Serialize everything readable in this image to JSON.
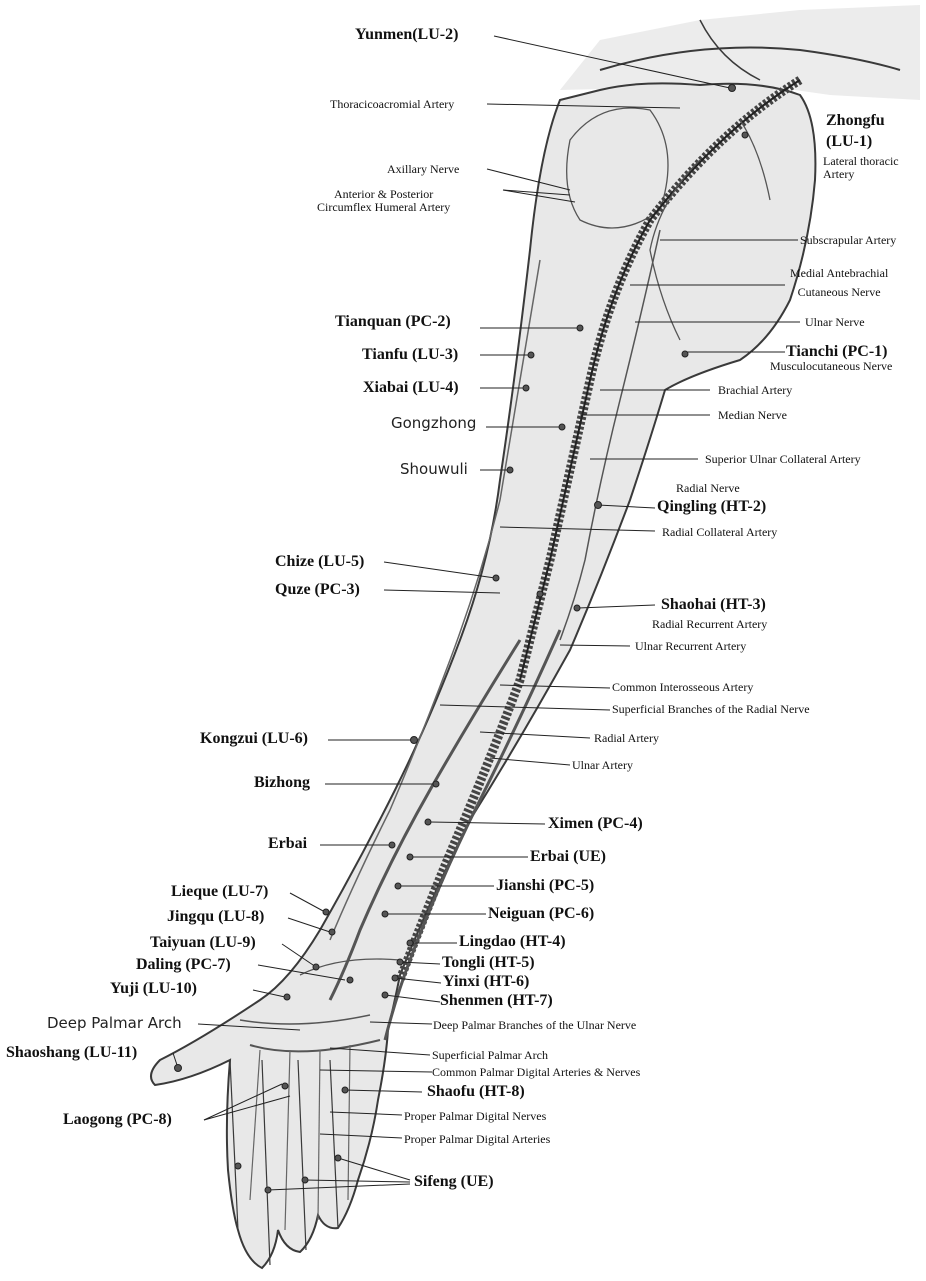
{
  "labels": {
    "yunmen": "Yunmen(LU-2)",
    "thoracicoacromial": "Thoracicoacromial Artery",
    "zhongfu_1": "Zhongfu",
    "zhongfu_2": "(LU-1)",
    "lateral_thoracic_1": "Lateral thoracic",
    "lateral_thoracic_2": "Artery",
    "axillary_nerve": "Axillary Nerve",
    "circumflex_1": "Anterior & Posterior",
    "circumflex_2": "Circumflex Humeral Artery",
    "subscapular": "Subscrapular Artery",
    "medial_antebrachial_1": "Medial Antebrachial",
    "medial_antebrachial_2": "Cutaneous Nerve",
    "tianquan": "Tianquan (PC-2)",
    "ulnar_nerve": "Ulnar Nerve",
    "tianfu": "Tianfu (LU-3)",
    "tianchi": "Tianchi (PC-1)",
    "musculocutaneous": "Musculocutaneous Nerve",
    "xiabai": "Xiabai (LU-4)",
    "brachial_artery": "Brachial Artery",
    "gongzhong": "Gongzhong",
    "median_nerve": "Median Nerve",
    "shouwuli": "Shouwuli",
    "superior_ulnar": "Superior Ulnar Collateral Artery",
    "radial_nerve": "Radial Nerve",
    "qingling": "Qingling (HT-2)",
    "radial_collateral": "Radial Collateral Artery",
    "chize": "Chize (LU-5)",
    "quze": "Quze (PC-3)",
    "shaohai": "Shaohai (HT-3)",
    "radial_recurrent": "Radial Recurrent Artery",
    "ulnar_recurrent": "Ulnar Recurrent Artery",
    "common_interosseous": "Common Interosseous Artery",
    "superficial_radial": "Superficial Branches of the Radial Nerve",
    "kongzui": "Kongzui (LU-6)",
    "radial_artery": "Radial Artery",
    "ulnar_artery": "Ulnar Artery",
    "bizhong": "Bizhong",
    "ximen": "Ximen (PC-4)",
    "erbai_left": "Erbai",
    "erbai_ue": "Erbai (UE)",
    "jianshi": "Jianshi (PC-5)",
    "lieque": "Lieque (LU-7)",
    "neiguan": "Neiguan (PC-6)",
    "jingqu": "Jingqu (LU-8)",
    "lingdao": "Lingdao (HT-4)",
    "taiyuan": "Taiyuan (LU-9)",
    "tongli": "Tongli (HT-5)",
    "daling": "Daling (PC-7)",
    "yinxi": "Yinxi (HT-6)",
    "yuji": "Yuji (LU-10)",
    "shenmen": "Shenmen (HT-7)",
    "deep_palmar_arch": "Deep Palmar Arch",
    "deep_palmar_ulnar": "Deep Palmar Branches of the Ulnar Nerve",
    "shaoshang": "Shaoshang (LU-11)",
    "superficial_palmar_arch": "Superficial Palmar Arch",
    "common_palmar_digital": "Common Palmar Digital Arteries & Nerves",
    "shaofu": "Shaofu (HT-8)",
    "laogong": "Laogong (PC-8)",
    "proper_nerves": "Proper Palmar Digital Nerves",
    "proper_arteries": "Proper Palmar Digital Arteries",
    "sifeng": "Sifeng (UE)"
  },
  "colors": {
    "skin": "#e8e8e8",
    "outline": "#3a3a3a",
    "vessel": "#555555",
    "text": "#111111"
  }
}
